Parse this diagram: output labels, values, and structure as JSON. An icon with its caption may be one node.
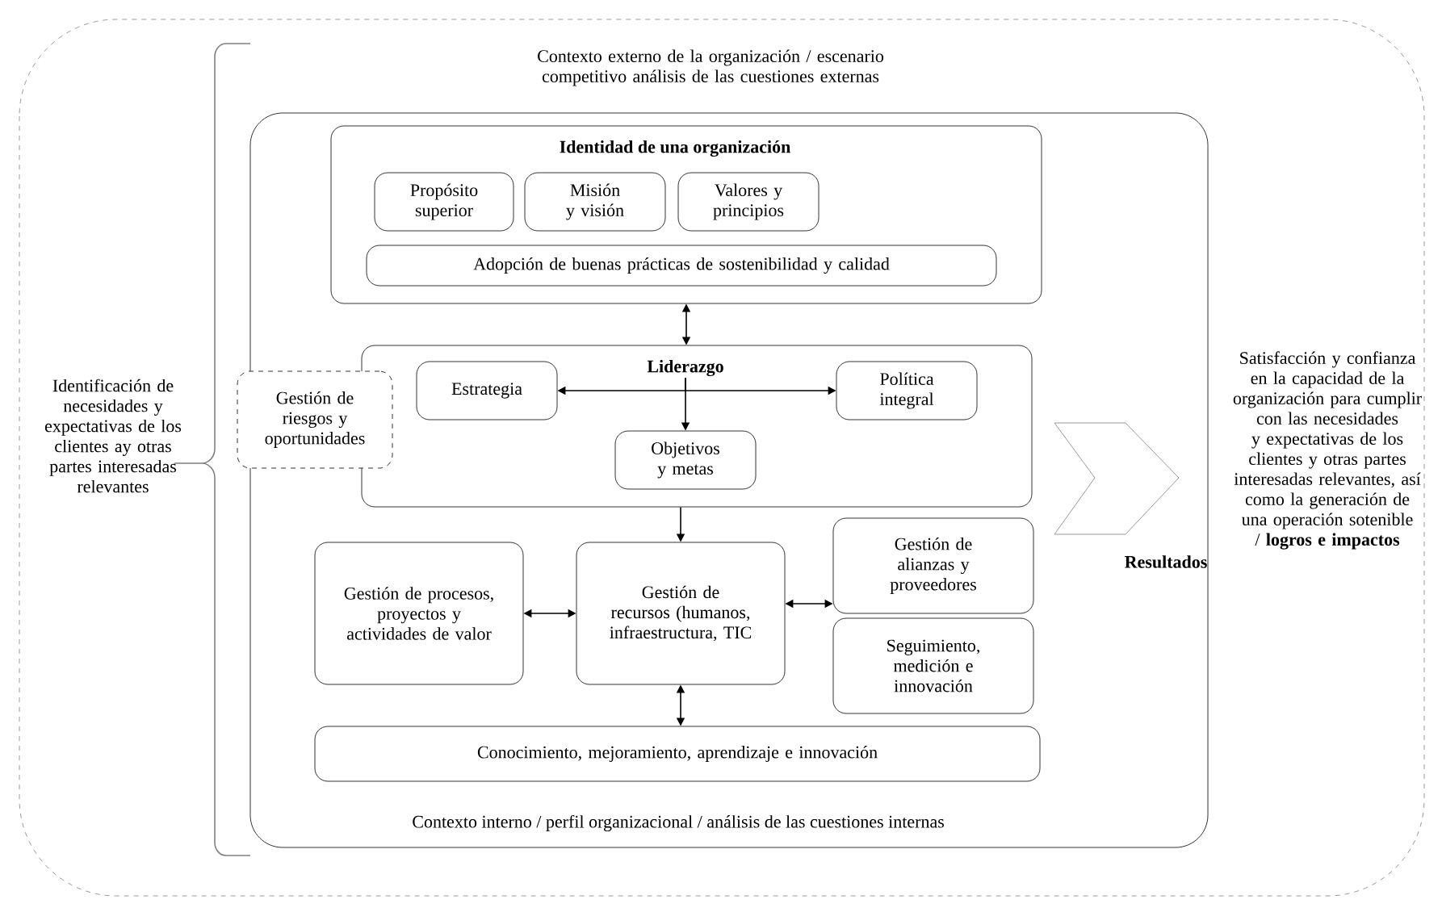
{
  "diagram": {
    "nodes": [
      {
        "text": [
          "Contexto interno / perfil organizacional / análisis de las cuestiones internas"
        ]
      },
      {
        "text": [
          "Identidad de una organización"
        ],
        "in": 0
      },
      {
        "text": [
          "Propósito superior"
        ],
        "in": 1
      },
      {
        "text": [
          "Misión y visión"
        ],
        "in": 1
      },
      {
        "text": [
          "Valores y principios"
        ],
        "in": 1
      },
      {
        "text": [
          "Adopción de buenas prácticas de sostenibilidad y calidad"
        ],
        "in": 1
      },
      {
        "text": [
          "Liderazgo"
        ],
        "in": 0
      },
      {
        "text": [
          "Gestión de riesgos y oportunidades"
        ]
      },
      {
        "text": [
          "Estrategia"
        ],
        "in": 6
      },
      {
        "text": [
          "Política integral"
        ],
        "in": 6
      },
      {
        "text": [
          "Objetivos y metas"
        ],
        "in": 6
      },
      {
        "text": [
          "Gestión de procesos, proyectos y actividades de valor"
        ],
        "in": 0
      },
      {
        "text": [
          "Gestión de recursos (humanos, infraestructura, TIC"
        ],
        "in": 0
      },
      {
        "text": [
          "Gestión de alianzas y proveedores"
        ],
        "in": 0
      },
      {
        "text": [
          "Seguimiento, medición e innovación"
        ],
        "in": 0
      },
      {
        "text": [
          "Conocimiento, mejoramiento, aprendizaje e innovación"
        ],
        "in": 0
      },
      {
        "text": [
          "Resultados"
        ],
        "in": 0
      }
    ],
    "edges": [
      {
        "from": 1,
        "to": 6,
        "arrow": "both"
      },
      {
        "from": 6,
        "to": 8,
        "arrow": "to"
      },
      {
        "from": 6,
        "to": 9,
        "arrow": "to"
      },
      {
        "from": 6,
        "to": 10,
        "arrow": "to"
      },
      {
        "from": 6,
        "to": 12,
        "arrow": "to"
      },
      {
        "from": 11,
        "to": 12,
        "arrow": "both"
      },
      {
        "from": 12,
        "to": 13,
        "arrow": "both"
      },
      {
        "from": 12,
        "to": 15,
        "arrow": "both"
      }
    ],
    "labels": [
      "Contexto externo de la organización / escenario competitivo análisis de las cuestiones externas",
      "Identificación de necesidades y expectativas de los clientes ay otras partes interesadas relevantes",
      "Satisfacción y confianza en la capacidad de la organización para cumplir con las necesidades y expectativas de los clientes y otras partes interesadas relevantes, así como la generación de una operación sotenible / **logros e impactos**"
    ]
  }
}
